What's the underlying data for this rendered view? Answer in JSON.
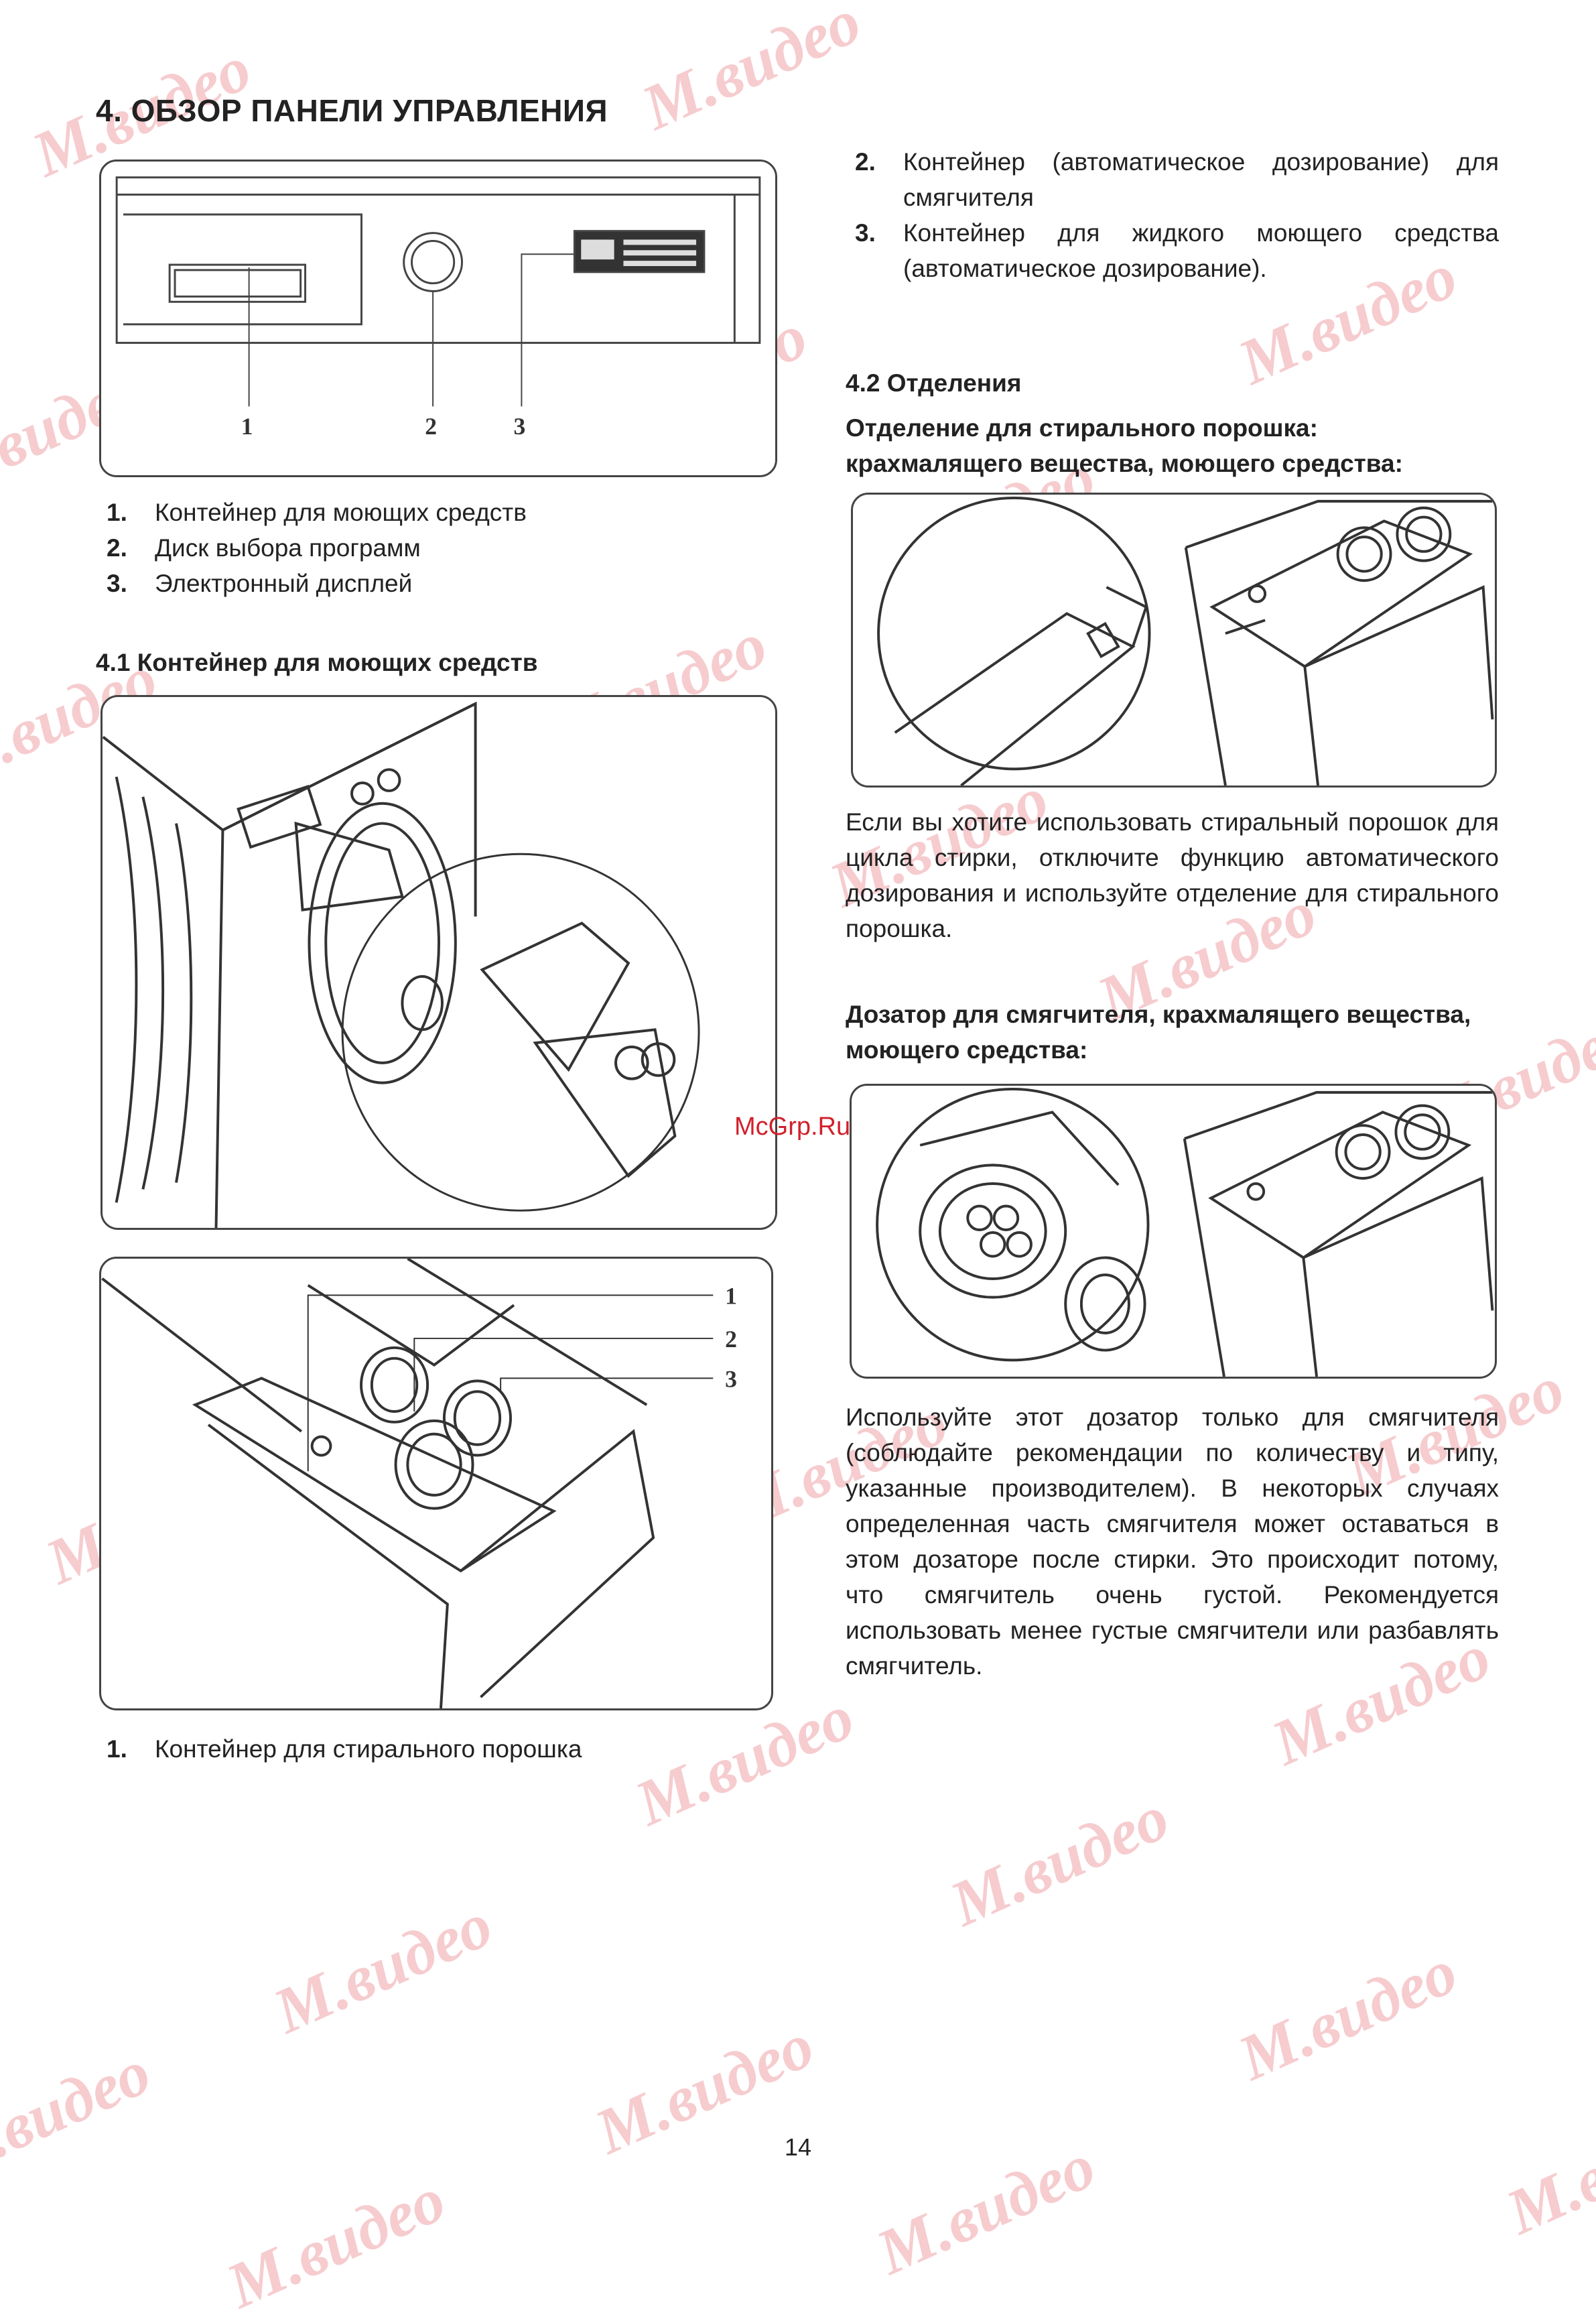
{
  "title": "4. ОБЗОР ПАНЕЛИ УПРАВЛЕНИЯ",
  "panel_list": [
    {
      "num": "1.",
      "text": "Контейнер для моющих средств"
    },
    {
      "num": "2.",
      "text": "Диск выбора программ"
    },
    {
      "num": "3.",
      "text": "Электронный дисплей"
    }
  ],
  "panel_callouts": [
    "1",
    "2",
    "3"
  ],
  "section_4_1": "4.1 Контейнер для моющих средств",
  "drawer_callouts": [
    "1",
    "2",
    "3"
  ],
  "drawer_list": [
    {
      "num": "1.",
      "text": "Контейнер для стирального порошка"
    }
  ],
  "right_list": [
    {
      "num": "2.",
      "text": "Контейнер (автоматическое дозирование) для смягчителя"
    },
    {
      "num": "3.",
      "text": "Контейнер для жидкого моющего средства (автоматическое дозирование)."
    }
  ],
  "section_4_2": "4.2 Отделения",
  "powder_heading": "Отделение для стирального порошка: крахмалящего вещества, моющего средства:",
  "powder_text": "Если вы хотите использовать стиральный порошок для цикла стирки, отключите функцию автоматического дозирования и используйте отделение для стирального порошка.",
  "softener_heading": "Дозатор для смягчителя, крахмалящего вещества, моющего средства:",
  "softener_text": "Используйте этот дозатор только для смягчителя (соблюдайте рекомендации по количеству и типу, указанные производителем). В некоторых случаях определенная часть смягчителя может оставаться в этом дозаторе после стирки. Это происходит потому, что смягчитель очень густой. Рекомендуется использовать менее густые смягчители или разбавлять смягчитель.",
  "site_label": "McGrp.Ru",
  "page_number": "14",
  "watermark_text": "М.видео",
  "colors": {
    "watermark": "#e77882",
    "site_label": "#d0212b",
    "text": "#222222"
  }
}
